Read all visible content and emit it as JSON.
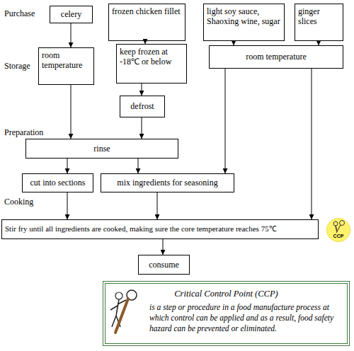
{
  "diagram": {
    "nodes": [
      {
        "text": [
          "celery"
        ]
      },
      {
        "text": [
          "frozen chicken fillet"
        ]
      },
      {
        "text": [
          "light soy sauce, Shaoxing wine, sugar"
        ]
      },
      {
        "text": [
          "ginger slices"
        ]
      },
      {
        "text": [
          "room temperature"
        ]
      },
      {
        "text": [
          "keep frozen at -18℃ or below"
        ]
      },
      {
        "text": [
          "room temperature"
        ]
      },
      {
        "text": [
          "defrost"
        ]
      },
      {
        "text": [
          "rinse"
        ]
      },
      {
        "text": [
          "cut into sections"
        ]
      },
      {
        "text": [
          "mix ingredients for seasoning"
        ]
      },
      {
        "text": [
          "Stir fry until all ingredients are cooked, making sure the core temperature reaches 75℃"
        ]
      },
      {
        "text": [
          "CCP"
        ]
      },
      {
        "text": [
          "consume"
        ]
      },
      {
        "text": [
          "Critical Control Point (CCP)",
          "is a step or procedure in a food manufacture process at which control can be applied and as a result, food safety hazard can be prevented or eliminated."
        ]
      }
    ],
    "edges": [
      {
        "from": 0,
        "to": 4,
        "arrow": "to"
      },
      {
        "from": 1,
        "to": 5,
        "arrow": "to"
      },
      {
        "from": 2,
        "to": 6,
        "arrow": "to"
      },
      {
        "from": 3,
        "to": 6,
        "arrow": "to"
      },
      {
        "from": 4,
        "to": 8,
        "arrow": "to"
      },
      {
        "from": 5,
        "to": 7,
        "arrow": "to"
      },
      {
        "from": 7,
        "to": 8,
        "arrow": "to"
      },
      {
        "from": 6,
        "to": 10,
        "arrow": "to"
      },
      {
        "from": 6,
        "to": 11,
        "arrow": "to"
      },
      {
        "from": 8,
        "to": 9,
        "arrow": "to"
      },
      {
        "from": 8,
        "to": 10,
        "arrow": "to"
      },
      {
        "from": 9,
        "to": 11,
        "arrow": "to"
      },
      {
        "from": 10,
        "to": 11,
        "arrow": "to"
      },
      {
        "from": 11,
        "to": 13,
        "arrow": "to"
      }
    ],
    "labels": [
      "Purchase",
      "Storage",
      "Preparation",
      "Cooking"
    ]
  }
}
